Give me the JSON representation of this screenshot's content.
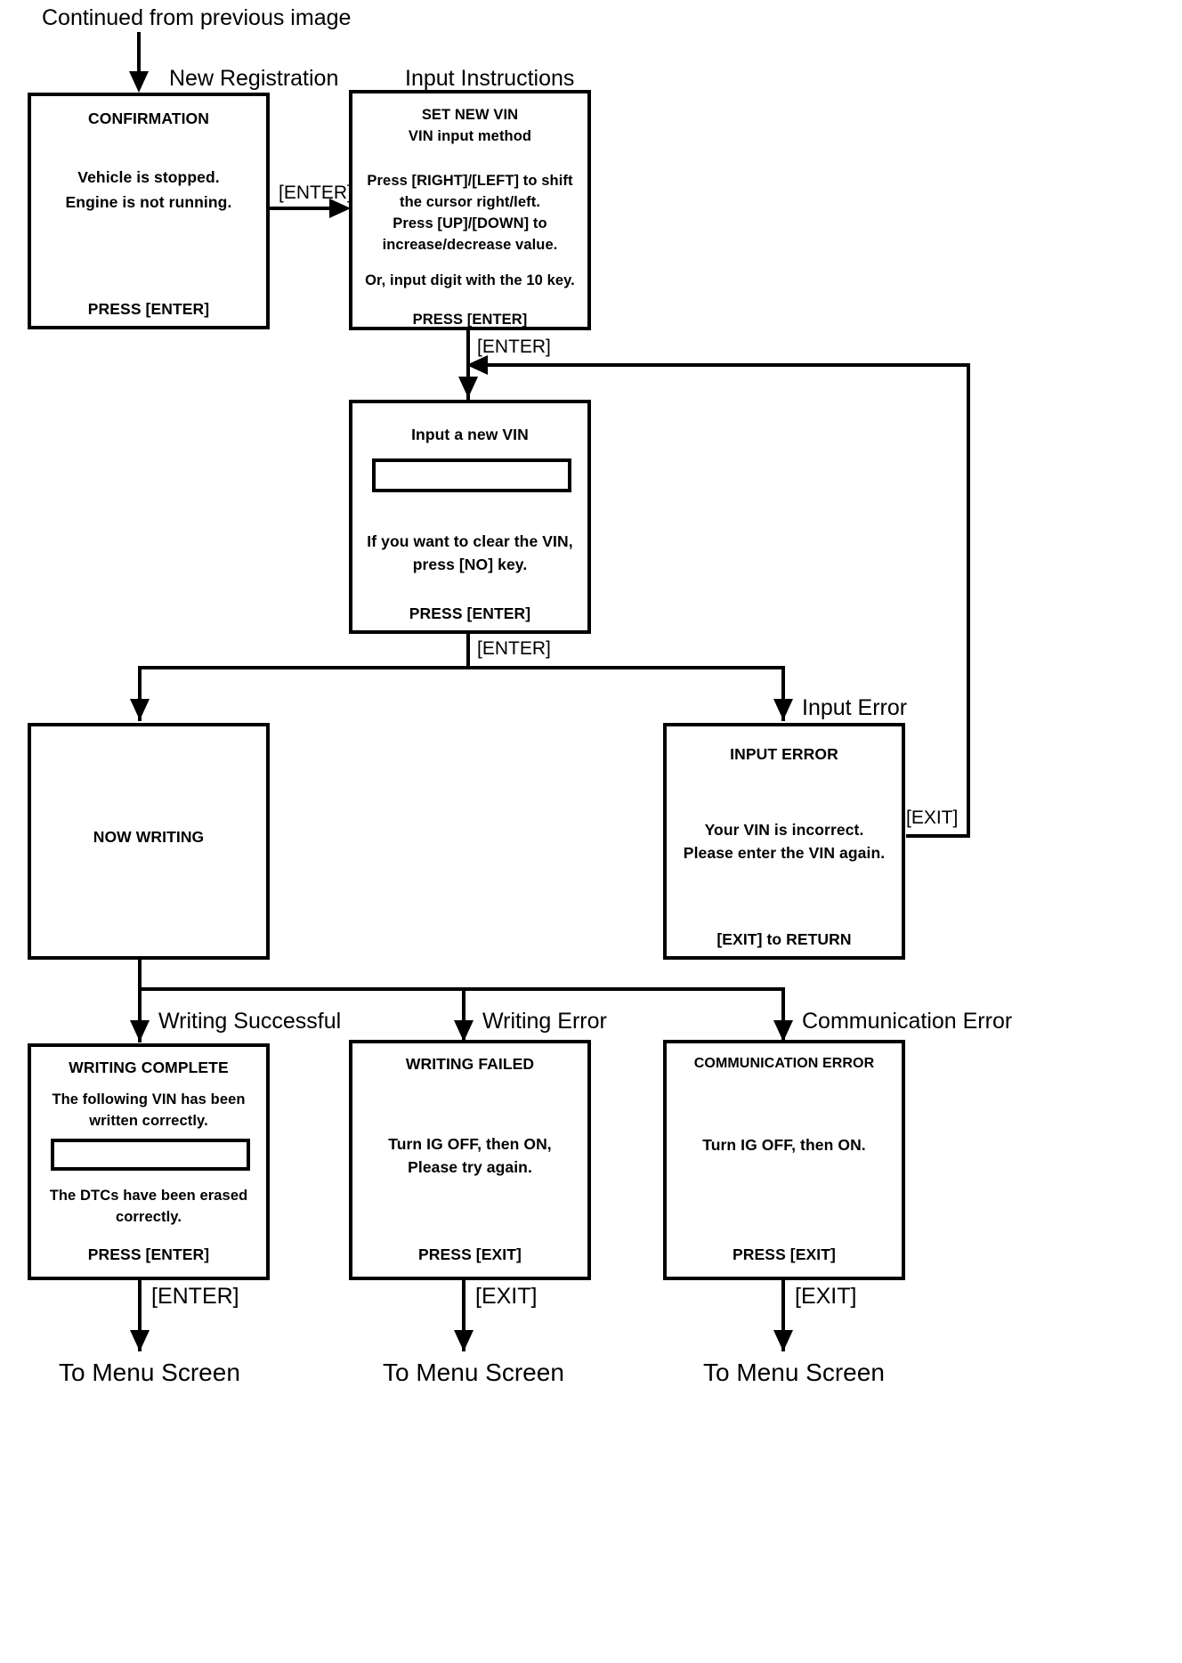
{
  "diagram": {
    "type": "flowchart",
    "title_note": "Continued from previous image",
    "top_entry_label": "Continued from previous image",
    "terminal_label": "To Menu Screen"
  },
  "node_labels": {
    "new_registration": "New Registration",
    "input_instructions": "Input Instructions",
    "input_error": "Input Error",
    "writing_successful": "Writing Successful",
    "writing_error": "Writing Error",
    "communication_error": "Communication Error"
  },
  "edge_labels": {
    "enter_1": "[ENTER]",
    "enter_2": "[ENTER]",
    "enter_3": "[ENTER]",
    "exit_loop": "[EXIT]",
    "enter_complete": "[ENTER]",
    "exit_failed": "[EXIT]",
    "exit_comm": "[EXIT]"
  },
  "screens": {
    "confirmation": {
      "title": "CONFIRMATION",
      "body": [
        "Vehicle is stopped.",
        "Engine is not running."
      ],
      "footer": "PRESS [ENTER]"
    },
    "set_new_vin": {
      "title1": "SET NEW VIN",
      "title2": "VIN input method",
      "body": [
        "Press [RIGHT]/[LEFT] to shift",
        "the cursor right/left.",
        "Press [UP]/[DOWN] to",
        "increase/decrease value."
      ],
      "note": "Or, input digit with the 10 key.",
      "footer": "PRESS [ENTER]"
    },
    "input_new_vin": {
      "title": "Input a new VIN",
      "field_value": "",
      "body": [
        "If you want to clear the VIN,",
        "press [NO] key."
      ],
      "footer": "PRESS [ENTER]"
    },
    "now_writing": {
      "title": "NOW WRITING"
    },
    "input_error": {
      "title": "INPUT ERROR",
      "body": [
        "Your VIN is incorrect.",
        "Please enter the VIN again."
      ],
      "footer": "[EXIT] to RETURN"
    },
    "writing_complete": {
      "title": "WRITING COMPLETE",
      "body1": [
        "The following VIN has been",
        "written correctly."
      ],
      "field_value": "",
      "body2": [
        "The DTCs have been erased",
        "correctly."
      ],
      "footer": "PRESS [ENTER]"
    },
    "writing_failed": {
      "title": "WRITING FAILED",
      "body": [
        "Turn IG OFF, then ON,",
        "Please try again."
      ],
      "footer": "PRESS [EXIT]"
    },
    "communication_error": {
      "title": "COMMUNICATION ERROR",
      "body": [
        "Turn IG OFF, then ON."
      ],
      "footer": "PRESS [EXIT]"
    }
  },
  "terminals": {
    "menu_left": "To Menu Screen",
    "menu_mid": "To Menu Screen",
    "menu_right": "To Menu Screen"
  },
  "colors": {
    "stroke": "#000000",
    "fill": "#ffffff"
  }
}
